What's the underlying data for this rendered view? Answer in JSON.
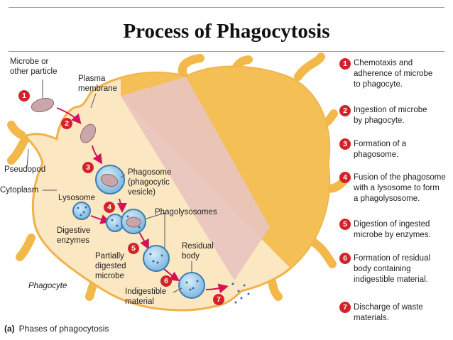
{
  "title": "Process of Phagocytosis",
  "caption": {
    "letter": "(a)",
    "text": "Phases of phagocytosis"
  },
  "labels": {
    "microbe": "Microbe or\nother particle",
    "plasma_membrane": "Plasma\nmembrane",
    "pseudopod": "Pseudopod",
    "cytoplasm": "Cytoplasm",
    "phagosome": "Phagosome\n(phagocytic\nvesicle)",
    "lysosome": "Lysosome",
    "phagolysosomes": "Phagolysosomes",
    "digestive_enzymes": "Digestive\nenzymes",
    "partially_digested": "Partially\ndigested\nmicrobe",
    "residual_body": "Residual\nbody",
    "indigestible": "Indigestible\nmaterial",
    "phagocyte": "Phagocyte"
  },
  "markers": [
    "1",
    "2",
    "3",
    "4",
    "5",
    "6",
    "7"
  ],
  "steps": [
    {
      "num": "1",
      "text": "Chemotaxis and\nadherence of microbe\nto phagocyte."
    },
    {
      "num": "2",
      "text": "Ingestion of microbe\nby phagocyte."
    },
    {
      "num": "3",
      "text": "Formation of a\nphagosome."
    },
    {
      "num": "4",
      "text": "Fusion of the phagosome\nwith a lysosome to form\na phagolysosome."
    },
    {
      "num": "5",
      "text": "Digestion of ingested\nmicrobe by enzymes."
    },
    {
      "num": "6",
      "text": "Formation of residual\nbody containing\nindigestible material."
    },
    {
      "num": "7",
      "text": "Discharge of waste\nmaterials."
    }
  ],
  "colors": {
    "cell_fill": "#fbe7c2",
    "cell_outer": "#f2b84b",
    "marker": "#d2232a",
    "arrow": "#d1145a",
    "vesicle": "#8fc3e6"
  }
}
